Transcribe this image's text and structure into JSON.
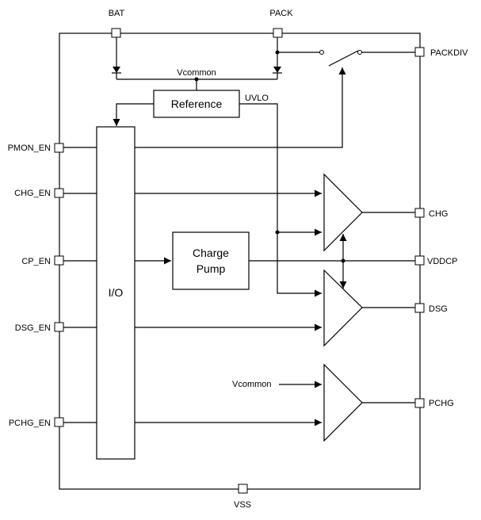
{
  "pins": {
    "bat": "BAT",
    "pack": "PACK",
    "packdiv": "PACKDIV",
    "pmon_en": "PMON_EN",
    "chg_en": "CHG_EN",
    "cp_en": "CP_EN",
    "dsg_en": "DSG_EN",
    "pchg_en": "PCHG_EN",
    "chg": "CHG",
    "vddcp": "VDDCP",
    "dsg": "DSG",
    "pchg": "PCHG",
    "vss": "VSS"
  },
  "blocks": {
    "reference": "Reference",
    "io": "I/O",
    "charge_pump_line1": "Charge",
    "charge_pump_line2": "Pump"
  },
  "nets": {
    "vcommon_top": "Vcommon",
    "uvlo": "UVLO",
    "vcommon_input": "Vcommon"
  }
}
